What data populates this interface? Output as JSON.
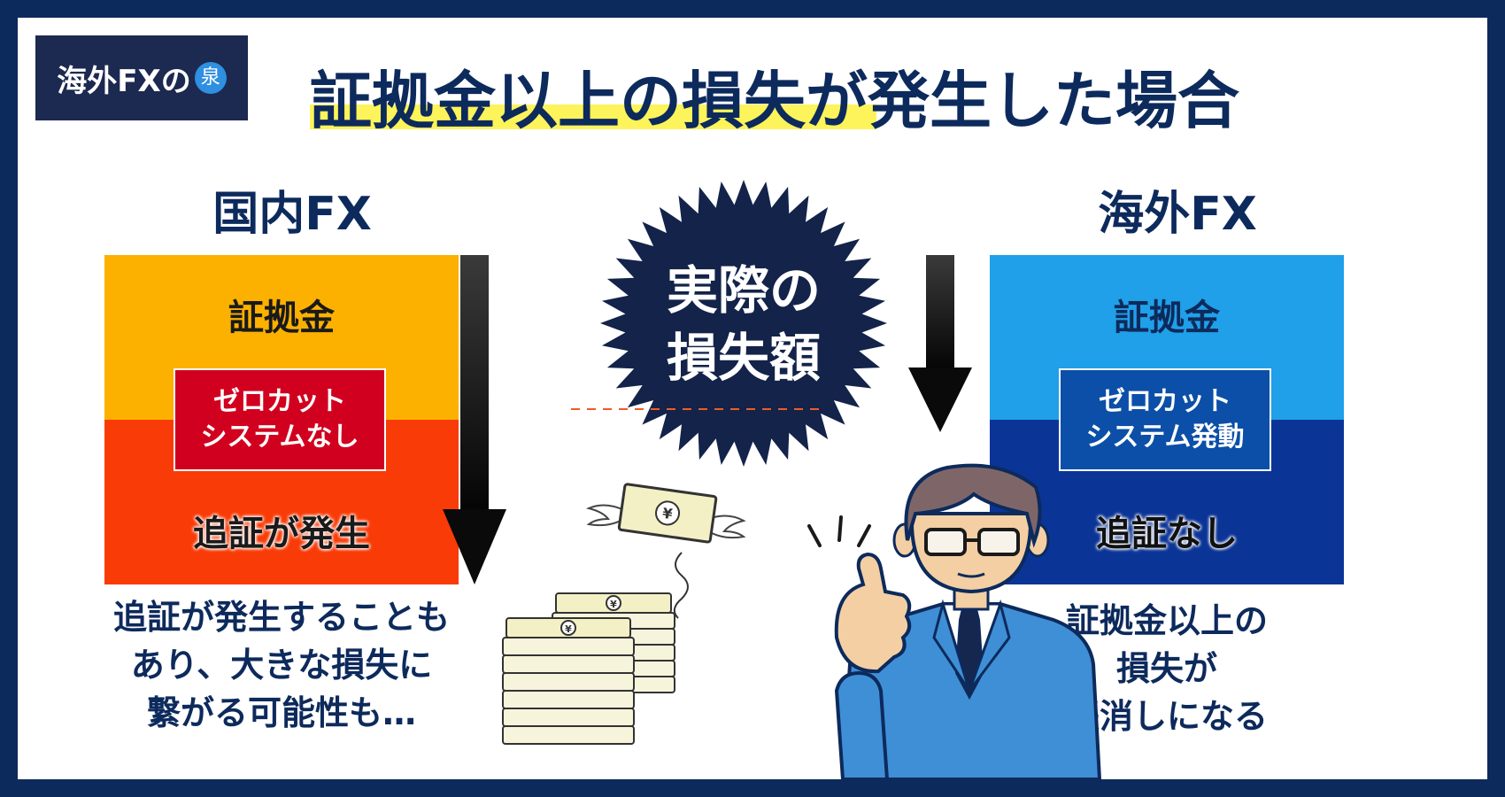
{
  "logo": {
    "text": "海外FXの",
    "badge_char": "泉"
  },
  "title": "証拠金以上の損失が発生した場合",
  "left": {
    "heading": "国内FX",
    "box_top_label": "証拠金",
    "zero_cut": [
      "ゼロカット",
      "システムなし"
    ],
    "box_bottom_label": "追証が発生",
    "caption": [
      "追証が発生することも",
      "あり、大きな損失に",
      "繋がる可能性も…"
    ]
  },
  "center": {
    "burst_lines": [
      "実際の",
      "損失額"
    ],
    "currency_symbol": "¥"
  },
  "right": {
    "heading": "海外FX",
    "box_top_label": "証拠金",
    "zero_cut": [
      "ゼロカット",
      "システム発動"
    ],
    "box_bottom_label": "追証なし",
    "caption": [
      "証拠金以上の",
      "損失が",
      "帳消しになる"
    ]
  },
  "colors": {
    "navy": "#0d2a5c",
    "title_highlight": "#fcf45a",
    "left_top": "#fcb100",
    "left_bottom": "#f93b07",
    "left_zero_cut": "#d1001e",
    "right_top": "#1fa0e8",
    "right_bottom": "#0b3497",
    "right_zero_cut": "#0b4fa8",
    "burst": "#13234a",
    "dashed_line": "#f05a28"
  }
}
